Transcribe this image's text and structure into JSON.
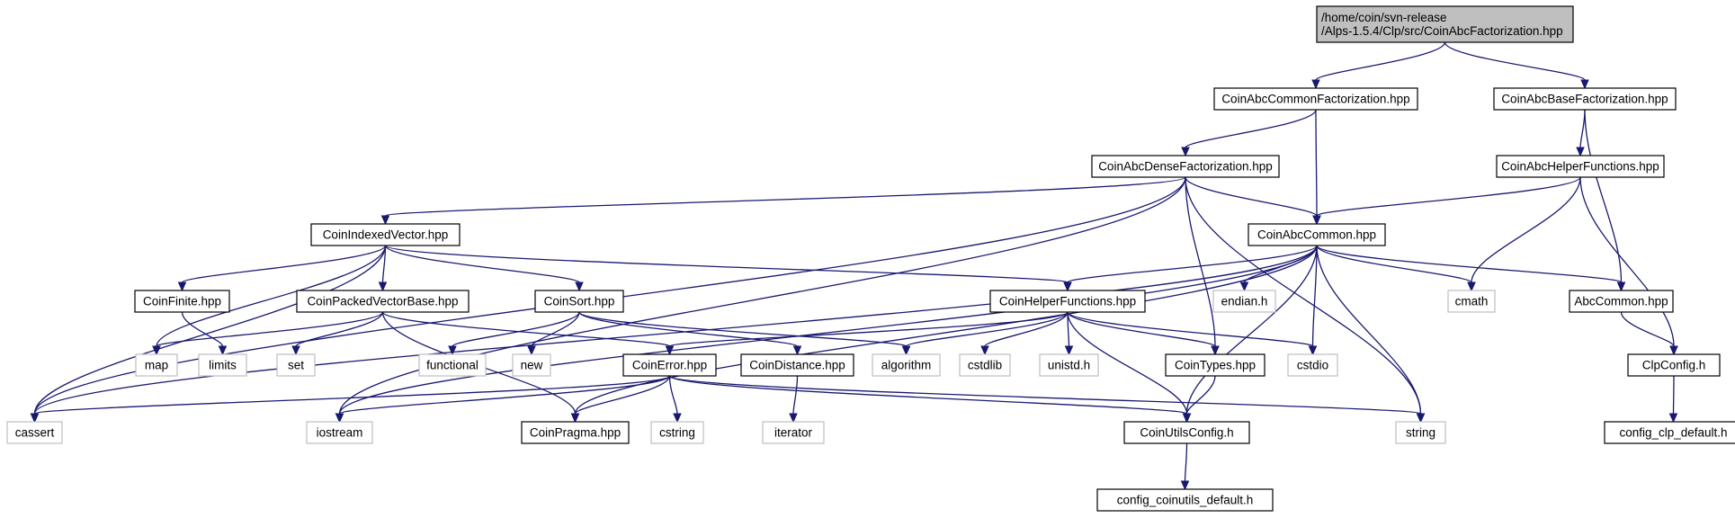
{
  "graph": {
    "colors": {
      "edge": "#191970",
      "root_fill": "#bfbfbf",
      "node_fill": "#ffffff",
      "node_border": "#000000",
      "system_border": "#bfbfbf"
    },
    "nodes": [
      {
        "id": "root",
        "label": [
          "/home/coin/svn-release",
          "/Alps-1.5.4/Clp/src/CoinAbcFactorization.hpp"
        ],
        "kind": "root"
      },
      {
        "id": "CoinAbcCommonFactorization",
        "label": [
          "CoinAbcCommonFactorization.hpp"
        ],
        "kind": "file"
      },
      {
        "id": "CoinAbcBaseFactorization",
        "label": [
          "CoinAbcBaseFactorization.hpp"
        ],
        "kind": "file"
      },
      {
        "id": "CoinAbcDenseFactorization",
        "label": [
          "CoinAbcDenseFactorization.hpp"
        ],
        "kind": "file"
      },
      {
        "id": "CoinAbcHelperFunctions",
        "label": [
          "CoinAbcHelperFunctions.hpp"
        ],
        "kind": "file"
      },
      {
        "id": "CoinIndexedVector",
        "label": [
          "CoinIndexedVector.hpp"
        ],
        "kind": "file"
      },
      {
        "id": "CoinAbcCommon",
        "label": [
          "CoinAbcCommon.hpp"
        ],
        "kind": "file"
      },
      {
        "id": "CoinFinite",
        "label": [
          "CoinFinite.hpp"
        ],
        "kind": "file"
      },
      {
        "id": "CoinPackedVectorBase",
        "label": [
          "CoinPackedVectorBase.hpp"
        ],
        "kind": "file"
      },
      {
        "id": "CoinSort",
        "label": [
          "CoinSort.hpp"
        ],
        "kind": "file"
      },
      {
        "id": "CoinHelperFunctions",
        "label": [
          "CoinHelperFunctions.hpp"
        ],
        "kind": "file"
      },
      {
        "id": "endian",
        "label": [
          "endian.h"
        ],
        "kind": "system"
      },
      {
        "id": "cmath",
        "label": [
          "cmath"
        ],
        "kind": "system"
      },
      {
        "id": "AbcCommon",
        "label": [
          "AbcCommon.hpp"
        ],
        "kind": "file"
      },
      {
        "id": "map",
        "label": [
          "map"
        ],
        "kind": "system"
      },
      {
        "id": "limits",
        "label": [
          "limits"
        ],
        "kind": "system"
      },
      {
        "id": "set",
        "label": [
          "set"
        ],
        "kind": "system"
      },
      {
        "id": "functional",
        "label": [
          "functional"
        ],
        "kind": "system"
      },
      {
        "id": "new",
        "label": [
          "new"
        ],
        "kind": "system"
      },
      {
        "id": "CoinError",
        "label": [
          "CoinError.hpp"
        ],
        "kind": "file"
      },
      {
        "id": "CoinDistance",
        "label": [
          "CoinDistance.hpp"
        ],
        "kind": "file"
      },
      {
        "id": "algorithm",
        "label": [
          "algorithm"
        ],
        "kind": "system"
      },
      {
        "id": "cstdlib",
        "label": [
          "cstdlib"
        ],
        "kind": "system"
      },
      {
        "id": "unistd",
        "label": [
          "unistd.h"
        ],
        "kind": "system"
      },
      {
        "id": "CoinTypes",
        "label": [
          "CoinTypes.hpp"
        ],
        "kind": "file"
      },
      {
        "id": "cstdio",
        "label": [
          "cstdio"
        ],
        "kind": "system"
      },
      {
        "id": "ClpConfig",
        "label": [
          "ClpConfig.h"
        ],
        "kind": "file"
      },
      {
        "id": "cassert",
        "label": [
          "cassert"
        ],
        "kind": "system"
      },
      {
        "id": "iostream",
        "label": [
          "iostream"
        ],
        "kind": "system"
      },
      {
        "id": "CoinPragma",
        "label": [
          "CoinPragma.hpp"
        ],
        "kind": "file"
      },
      {
        "id": "cstring",
        "label": [
          "cstring"
        ],
        "kind": "system"
      },
      {
        "id": "iterator",
        "label": [
          "iterator"
        ],
        "kind": "system"
      },
      {
        "id": "CoinUtilsConfig",
        "label": [
          "CoinUtilsConfig.h"
        ],
        "kind": "file"
      },
      {
        "id": "string",
        "label": [
          "string"
        ],
        "kind": "system"
      },
      {
        "id": "config_clp_default",
        "label": [
          "config_clp_default.h"
        ],
        "kind": "file"
      },
      {
        "id": "config_coinutils_default",
        "label": [
          "config_coinutils_default.h"
        ],
        "kind": "file"
      }
    ],
    "edges": [
      [
        "root",
        "CoinAbcCommonFactorization"
      ],
      [
        "root",
        "CoinAbcBaseFactorization"
      ],
      [
        "CoinAbcCommonFactorization",
        "CoinAbcDenseFactorization"
      ],
      [
        "CoinAbcCommonFactorization",
        "CoinAbcCommon"
      ],
      [
        "CoinAbcBaseFactorization",
        "CoinAbcHelperFunctions"
      ],
      [
        "CoinAbcBaseFactorization",
        "AbcCommon"
      ],
      [
        "CoinAbcDenseFactorization",
        "CoinIndexedVector"
      ],
      [
        "CoinAbcDenseFactorization",
        "CoinAbcCommon"
      ],
      [
        "CoinAbcDenseFactorization",
        "CoinTypes"
      ],
      [
        "CoinAbcDenseFactorization",
        "cassert"
      ],
      [
        "CoinAbcDenseFactorization",
        "iostream"
      ],
      [
        "CoinAbcDenseFactorization",
        "string"
      ],
      [
        "CoinAbcHelperFunctions",
        "CoinAbcCommon"
      ],
      [
        "CoinAbcHelperFunctions",
        "cmath"
      ],
      [
        "CoinAbcHelperFunctions",
        "ClpConfig"
      ],
      [
        "CoinIndexedVector",
        "CoinFinite"
      ],
      [
        "CoinIndexedVector",
        "CoinPackedVectorBase"
      ],
      [
        "CoinIndexedVector",
        "CoinSort"
      ],
      [
        "CoinIndexedVector",
        "CoinHelperFunctions"
      ],
      [
        "CoinIndexedVector",
        "map"
      ],
      [
        "CoinIndexedVector",
        "cassert"
      ],
      [
        "CoinAbcCommon",
        "CoinHelperFunctions"
      ],
      [
        "CoinAbcCommon",
        "endian"
      ],
      [
        "CoinAbcCommon",
        "cmath"
      ],
      [
        "CoinAbcCommon",
        "AbcCommon"
      ],
      [
        "CoinAbcCommon",
        "cstdio"
      ],
      [
        "CoinAbcCommon",
        "string"
      ],
      [
        "CoinAbcCommon",
        "CoinUtilsConfig"
      ],
      [
        "CoinAbcCommon",
        "CoinPragma"
      ],
      [
        "CoinAbcCommon",
        "iostream"
      ],
      [
        "CoinAbcCommon",
        "cassert"
      ],
      [
        "CoinFinite",
        "limits"
      ],
      [
        "CoinPackedVectorBase",
        "map"
      ],
      [
        "CoinPackedVectorBase",
        "set"
      ],
      [
        "CoinPackedVectorBase",
        "CoinError"
      ],
      [
        "CoinPackedVectorBase",
        "CoinPragma"
      ],
      [
        "CoinSort",
        "functional"
      ],
      [
        "CoinSort",
        "new"
      ],
      [
        "CoinSort",
        "CoinDistance"
      ],
      [
        "CoinSort",
        "algorithm"
      ],
      [
        "CoinHelperFunctions",
        "CoinError"
      ],
      [
        "CoinHelperFunctions",
        "algorithm"
      ],
      [
        "CoinHelperFunctions",
        "cstdlib"
      ],
      [
        "CoinHelperFunctions",
        "unistd"
      ],
      [
        "CoinHelperFunctions",
        "CoinTypes"
      ],
      [
        "CoinHelperFunctions",
        "cstdio"
      ],
      [
        "CoinHelperFunctions",
        "CoinUtilsConfig"
      ],
      [
        "AbcCommon",
        "ClpConfig"
      ],
      [
        "CoinError",
        "cassert"
      ],
      [
        "CoinError",
        "iostream"
      ],
      [
        "CoinError",
        "CoinPragma"
      ],
      [
        "CoinError",
        "cstring"
      ],
      [
        "CoinError",
        "string"
      ],
      [
        "CoinError",
        "CoinUtilsConfig"
      ],
      [
        "CoinDistance",
        "iterator"
      ],
      [
        "CoinTypes",
        "CoinUtilsConfig"
      ],
      [
        "ClpConfig",
        "config_clp_default"
      ],
      [
        "CoinUtilsConfig",
        "config_coinutils_default"
      ]
    ]
  }
}
